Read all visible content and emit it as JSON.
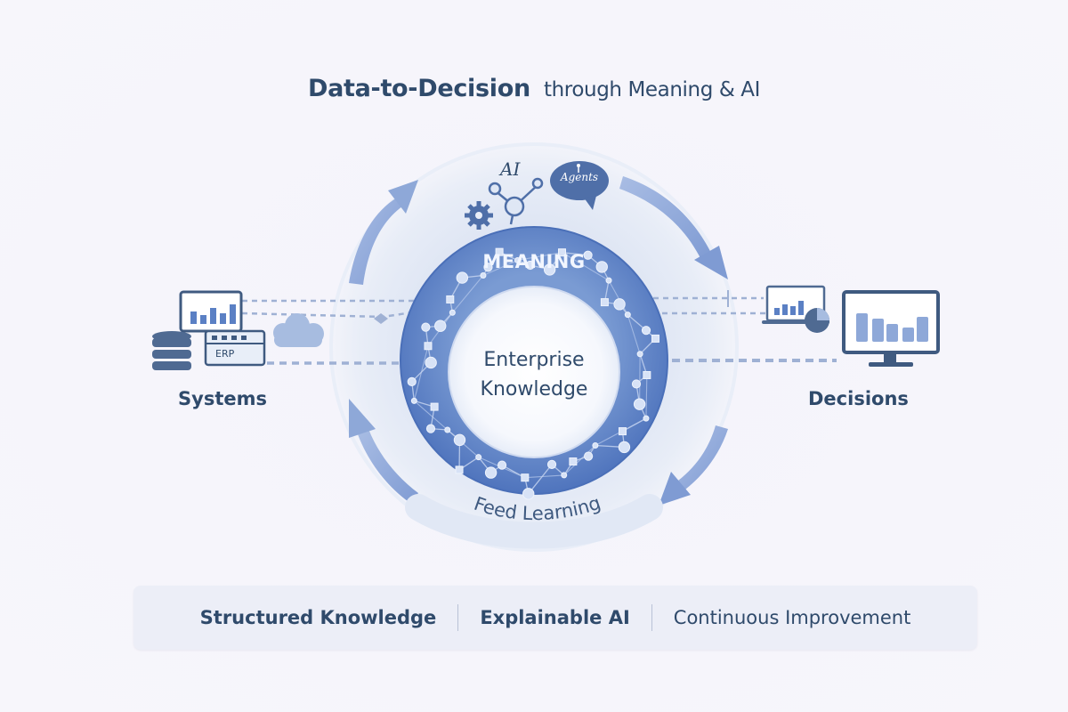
{
  "title": {
    "main": "Data-to-Decision",
    "sub": "through Meaning & AI"
  },
  "left": {
    "label": "Systems",
    "erp_label": "ERP",
    "icons": [
      "monitor-chart-icon",
      "database-icon",
      "erp-server-icon",
      "cloud-icon"
    ]
  },
  "right": {
    "label": "Decisions",
    "icons": [
      "dashboard-chart-icon",
      "pie-chart-icon",
      "monitor-icon"
    ]
  },
  "center": {
    "ring_label": "MEANING",
    "core_label_line1": "Enterprise",
    "core_label_line2": "Knowledge",
    "loop_label": "Feed Learning",
    "ai_label": "AI",
    "agents_label": "Agents"
  },
  "bottom_bar": {
    "items": [
      "Structured Knowledge",
      "Explainable AI",
      "Continuous Improvement"
    ]
  },
  "colors": {
    "title": "#2f4a6b",
    "ring": "#5b80c4",
    "ring_light": "#c9d6ee",
    "arrow": "#8ea8d8",
    "background": "#f6f5fb"
  }
}
